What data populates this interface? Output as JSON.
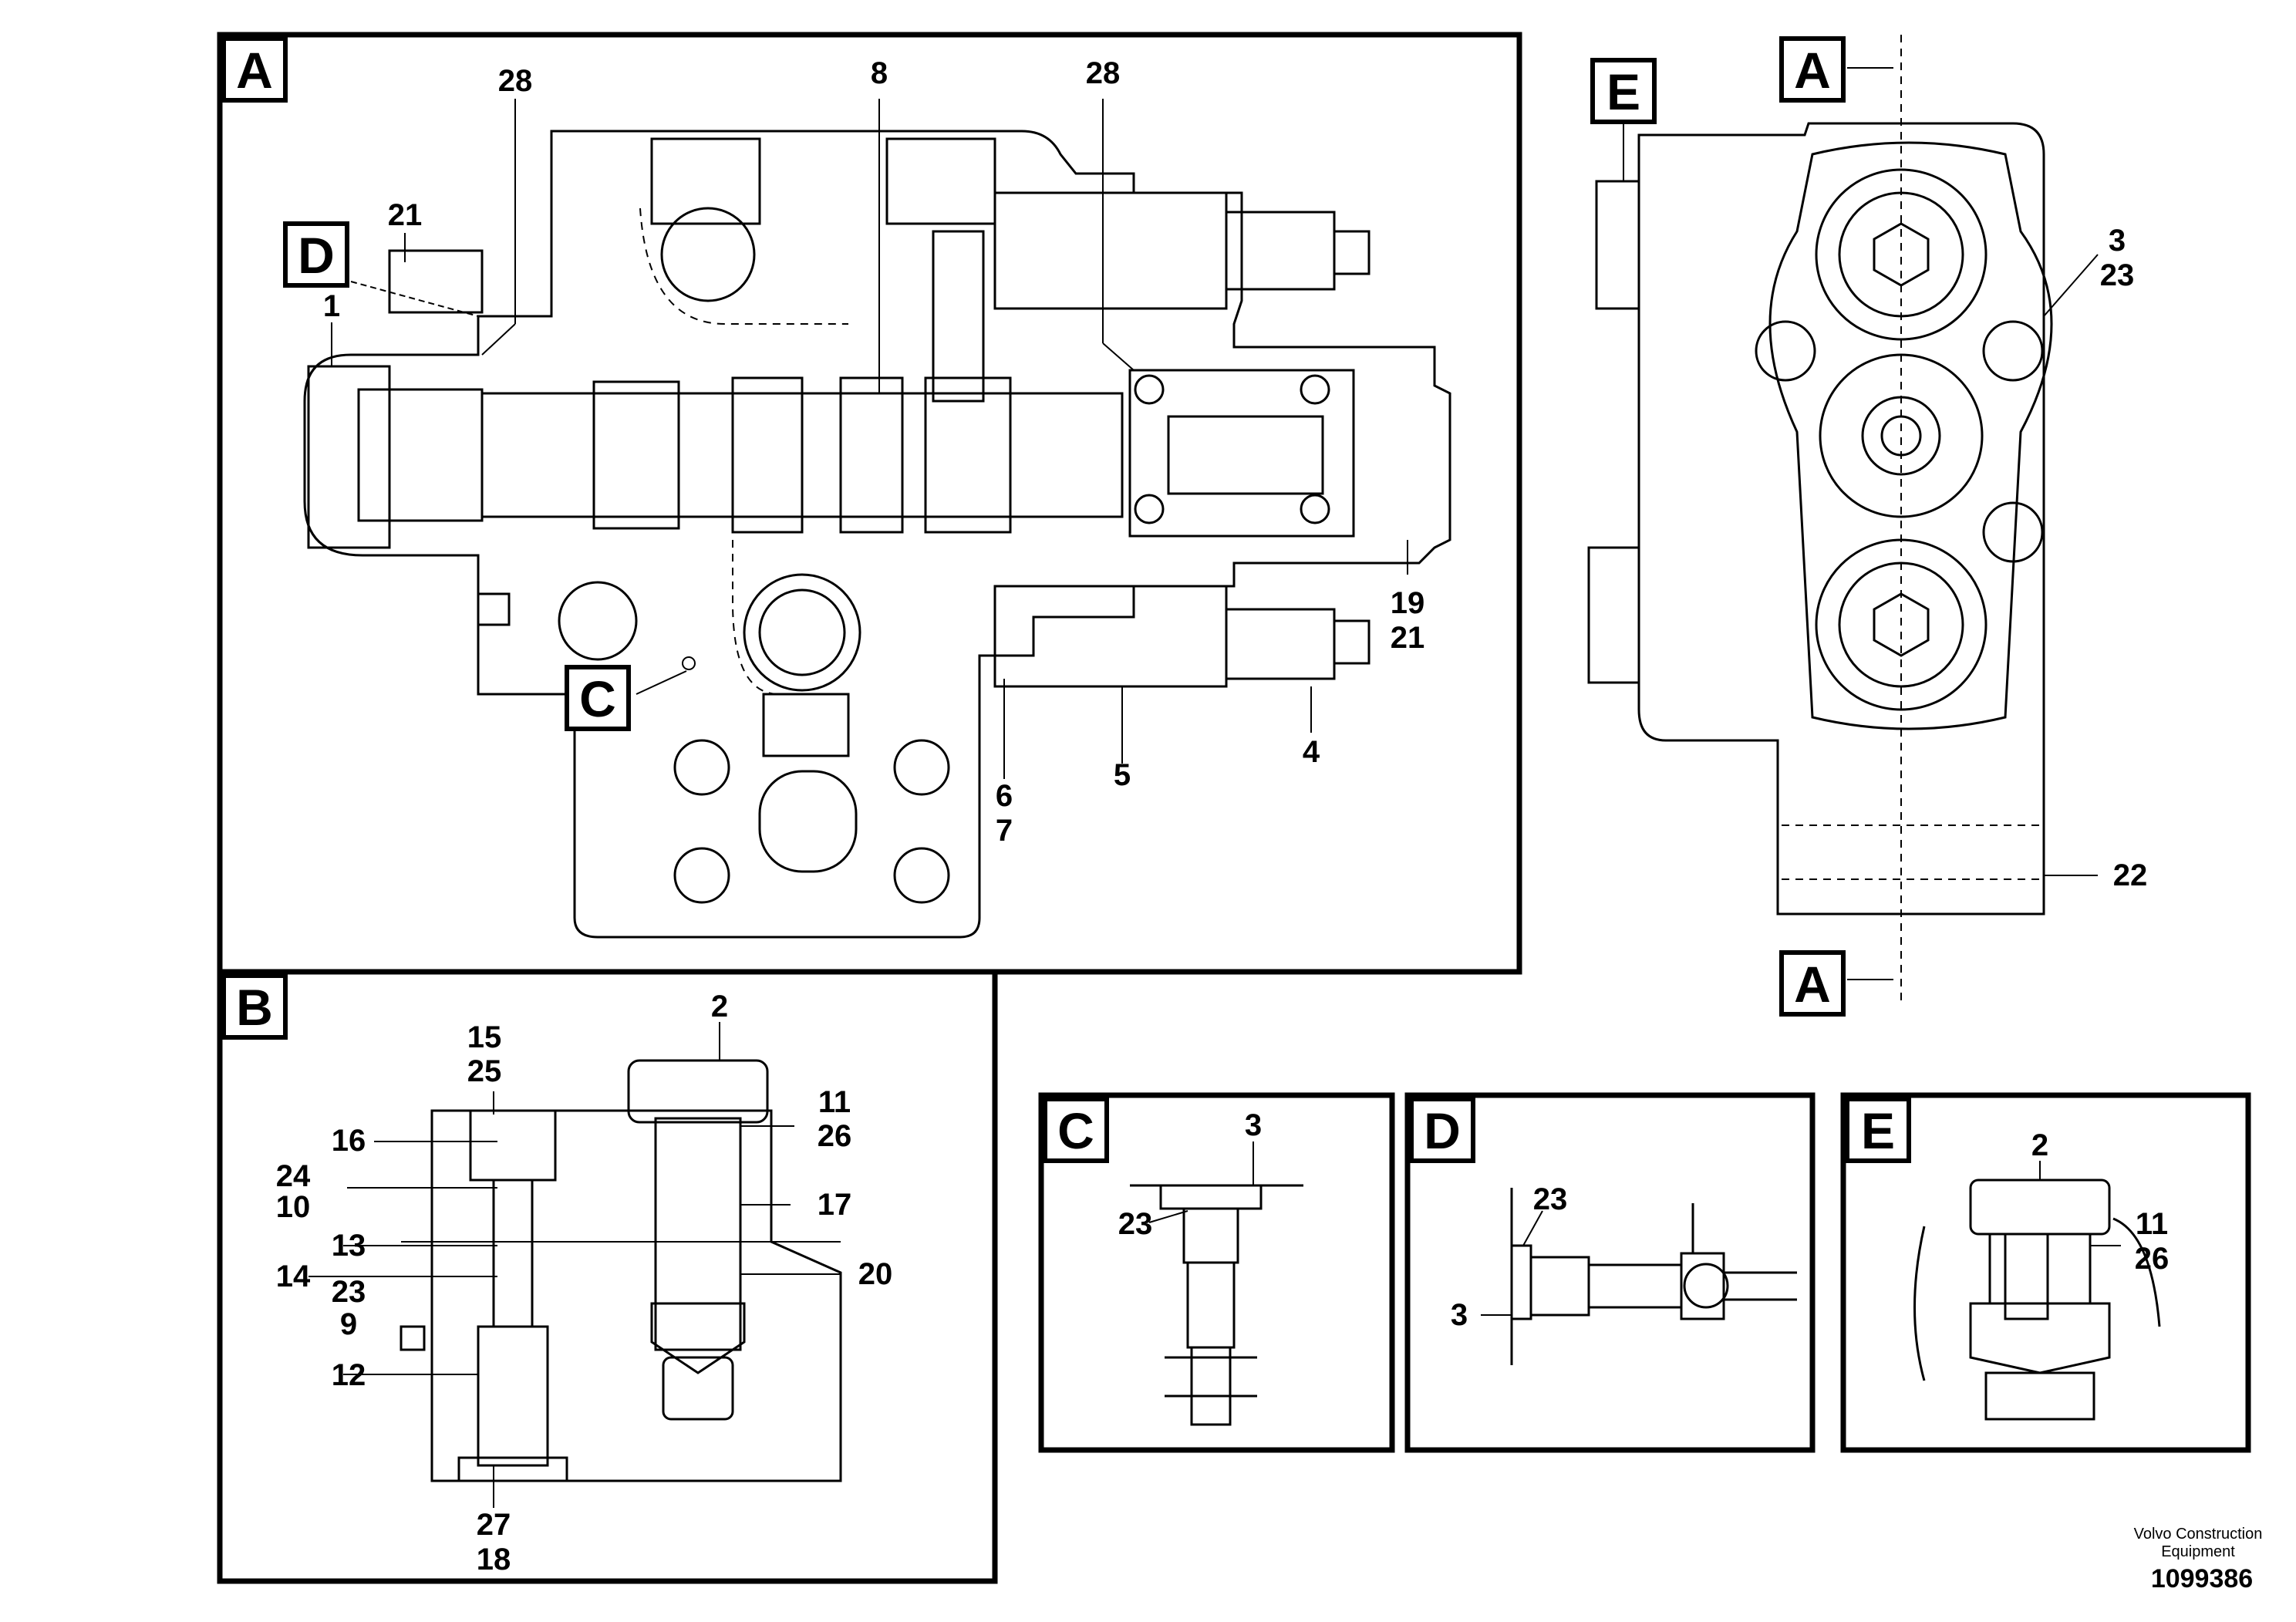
{
  "views": {
    "A": {
      "tag": "A",
      "labels": [
        "28",
        "8",
        "28",
        "21",
        "1",
        "19",
        "21",
        "4",
        "5",
        "6",
        "7"
      ],
      "pointers": [
        "D",
        "C"
      ]
    },
    "B": {
      "tag": "B",
      "labels": [
        "2",
        "15",
        "25",
        "11",
        "26",
        "16",
        "24",
        "10",
        "17",
        "13",
        "14",
        "20",
        "23",
        "9",
        "12",
        "27",
        "18"
      ]
    },
    "side": {
      "tags": [
        "E",
        "A",
        "A"
      ],
      "labels": [
        "3",
        "23",
        "22"
      ]
    },
    "C": {
      "tag": "C",
      "labels": [
        "3",
        "23"
      ]
    },
    "D": {
      "tag": "D",
      "labels": [
        "23",
        "3"
      ]
    },
    "E": {
      "tag": "E",
      "labels": [
        "2",
        "11",
        "26"
      ]
    }
  },
  "footer": {
    "brand_line1": "Volvo Construction",
    "brand_line2": "Equipment",
    "doc_number": "1099386"
  }
}
